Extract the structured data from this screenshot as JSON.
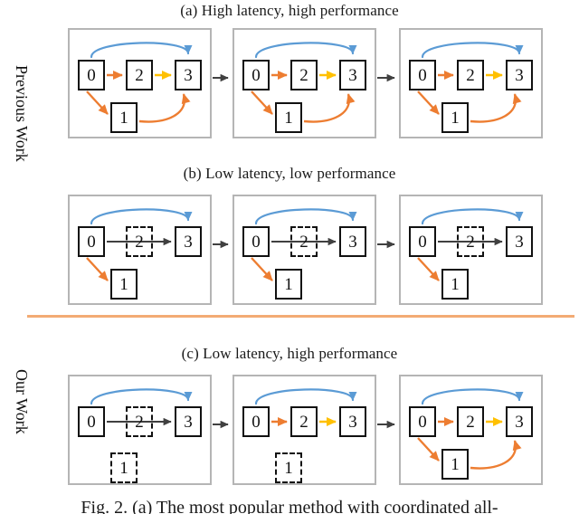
{
  "figure": {
    "caption": "Fig. 2. (a) The most popular method with coordinated all-",
    "divider_color": "#f3ab74",
    "colors": {
      "node_border": "#111111",
      "panel_border": "#b5b5b5",
      "blue_edge": "#5b9bd5",
      "orange_edge": "#ed7d31",
      "yellow_edge": "#ffc000",
      "black_edge": "#404040",
      "connector": "#404040",
      "background": "#ffffff"
    }
  },
  "side_labels": [
    {
      "id": "previous",
      "text": "Previous Work"
    },
    {
      "id": "our",
      "text": "Our Work"
    }
  ],
  "rows": [
    {
      "id": "a",
      "title": "(a) High latency, high performance",
      "panels": [
        {
          "index": 1,
          "nodes": [
            {
              "label": "0",
              "style": "solid"
            },
            {
              "label": "2",
              "style": "solid"
            },
            {
              "label": "3",
              "style": "solid"
            },
            {
              "label": "1",
              "style": "solid"
            }
          ],
          "edges": [
            {
              "from": "0",
              "to": "3",
              "color": "blue",
              "shape": "arc-top"
            },
            {
              "from": "0",
              "to": "2",
              "color": "orange",
              "shape": "straight"
            },
            {
              "from": "2",
              "to": "3",
              "color": "yellow",
              "shape": "straight"
            },
            {
              "from": "0",
              "to": "1",
              "color": "orange",
              "shape": "diagonal-down"
            },
            {
              "from": "1",
              "to": "3",
              "color": "orange",
              "shape": "arc-up-right"
            }
          ]
        },
        {
          "index": 2,
          "nodes": [
            {
              "label": "0",
              "style": "solid"
            },
            {
              "label": "2",
              "style": "solid"
            },
            {
              "label": "3",
              "style": "solid"
            },
            {
              "label": "1",
              "style": "solid"
            }
          ],
          "edges": [
            {
              "from": "0",
              "to": "3",
              "color": "blue",
              "shape": "arc-top"
            },
            {
              "from": "0",
              "to": "2",
              "color": "orange",
              "shape": "straight"
            },
            {
              "from": "2",
              "to": "3",
              "color": "yellow",
              "shape": "straight"
            },
            {
              "from": "0",
              "to": "1",
              "color": "orange",
              "shape": "diagonal-down"
            },
            {
              "from": "1",
              "to": "3",
              "color": "orange",
              "shape": "arc-up-right"
            }
          ]
        },
        {
          "index": 3,
          "nodes": [
            {
              "label": "0",
              "style": "solid"
            },
            {
              "label": "2",
              "style": "solid"
            },
            {
              "label": "3",
              "style": "solid"
            },
            {
              "label": "1",
              "style": "solid"
            }
          ],
          "edges": [
            {
              "from": "0",
              "to": "3",
              "color": "blue",
              "shape": "arc-top"
            },
            {
              "from": "0",
              "to": "2",
              "color": "orange",
              "shape": "straight"
            },
            {
              "from": "2",
              "to": "3",
              "color": "yellow",
              "shape": "straight"
            },
            {
              "from": "0",
              "to": "1",
              "color": "orange",
              "shape": "diagonal-down"
            },
            {
              "from": "1",
              "to": "3",
              "color": "orange",
              "shape": "arc-up-right"
            }
          ]
        }
      ]
    },
    {
      "id": "b",
      "title": "(b) Low latency, low performance",
      "panels": [
        {
          "index": 1,
          "nodes": [
            {
              "label": "0",
              "style": "solid"
            },
            {
              "label": "2",
              "style": "dashed"
            },
            {
              "label": "3",
              "style": "solid"
            },
            {
              "label": "1",
              "style": "solid"
            }
          ],
          "edges": [
            {
              "from": "0",
              "to": "3",
              "color": "blue",
              "shape": "arc-top"
            },
            {
              "from": "0",
              "to": "3",
              "color": "black",
              "shape": "straight-through"
            },
            {
              "from": "0",
              "to": "1",
              "color": "orange",
              "shape": "diagonal-down"
            }
          ]
        },
        {
          "index": 2,
          "nodes": [
            {
              "label": "0",
              "style": "solid"
            },
            {
              "label": "2",
              "style": "dashed"
            },
            {
              "label": "3",
              "style": "solid"
            },
            {
              "label": "1",
              "style": "solid"
            }
          ],
          "edges": [
            {
              "from": "0",
              "to": "3",
              "color": "blue",
              "shape": "arc-top"
            },
            {
              "from": "0",
              "to": "3",
              "color": "black",
              "shape": "straight-through"
            },
            {
              "from": "0",
              "to": "1",
              "color": "orange",
              "shape": "diagonal-down"
            }
          ]
        },
        {
          "index": 3,
          "nodes": [
            {
              "label": "0",
              "style": "solid"
            },
            {
              "label": "2",
              "style": "dashed"
            },
            {
              "label": "3",
              "style": "solid"
            },
            {
              "label": "1",
              "style": "solid"
            }
          ],
          "edges": [
            {
              "from": "0",
              "to": "3",
              "color": "blue",
              "shape": "arc-top"
            },
            {
              "from": "0",
              "to": "3",
              "color": "black",
              "shape": "straight-through"
            },
            {
              "from": "0",
              "to": "1",
              "color": "orange",
              "shape": "diagonal-down"
            }
          ]
        }
      ]
    },
    {
      "id": "c",
      "title": "(c) Low latency, high performance",
      "panels": [
        {
          "index": 1,
          "nodes": [
            {
              "label": "0",
              "style": "solid"
            },
            {
              "label": "2",
              "style": "dashed"
            },
            {
              "label": "3",
              "style": "solid"
            },
            {
              "label": "1",
              "style": "dashed"
            }
          ],
          "edges": [
            {
              "from": "0",
              "to": "3",
              "color": "blue",
              "shape": "arc-top"
            },
            {
              "from": "0",
              "to": "3",
              "color": "black",
              "shape": "straight-through"
            }
          ]
        },
        {
          "index": 2,
          "nodes": [
            {
              "label": "0",
              "style": "solid"
            },
            {
              "label": "2",
              "style": "solid"
            },
            {
              "label": "3",
              "style": "solid"
            },
            {
              "label": "1",
              "style": "dashed"
            }
          ],
          "edges": [
            {
              "from": "0",
              "to": "3",
              "color": "blue",
              "shape": "arc-top"
            },
            {
              "from": "0",
              "to": "2",
              "color": "orange",
              "shape": "straight"
            },
            {
              "from": "2",
              "to": "3",
              "color": "yellow",
              "shape": "straight"
            }
          ]
        },
        {
          "index": 3,
          "nodes": [
            {
              "label": "0",
              "style": "solid"
            },
            {
              "label": "2",
              "style": "solid"
            },
            {
              "label": "3",
              "style": "solid"
            },
            {
              "label": "1",
              "style": "solid"
            }
          ],
          "edges": [
            {
              "from": "0",
              "to": "3",
              "color": "blue",
              "shape": "arc-top"
            },
            {
              "from": "0",
              "to": "2",
              "color": "orange",
              "shape": "straight"
            },
            {
              "from": "2",
              "to": "3",
              "color": "yellow",
              "shape": "straight"
            },
            {
              "from": "0",
              "to": "1",
              "color": "orange",
              "shape": "diagonal-down"
            },
            {
              "from": "1",
              "to": "3",
              "color": "orange",
              "shape": "arc-up-right"
            }
          ]
        }
      ]
    }
  ]
}
